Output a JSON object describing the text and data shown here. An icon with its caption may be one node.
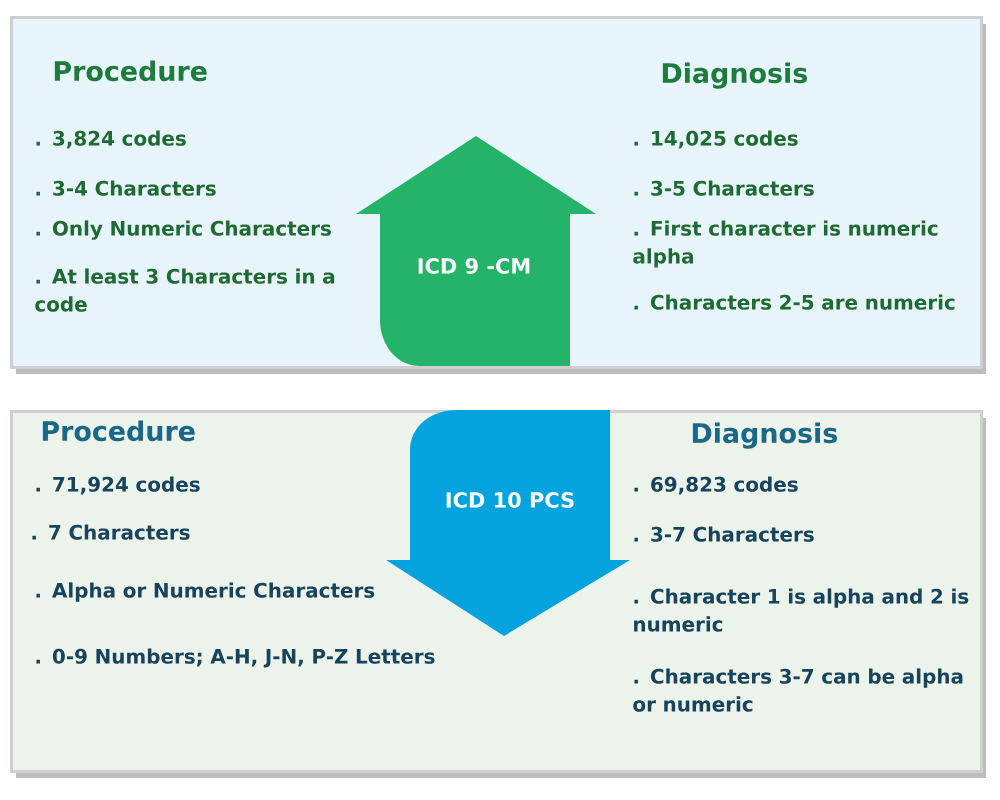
{
  "diagram": {
    "nodes": [
      {
        "text": [
          "Procedure",
          ". 3,824 codes",
          ". 3-4 Characters",
          ". Only  Numeric Characters",
          ". At least 3 Characters in a code",
          "Diagnosis",
          ". 14,025 codes",
          ". 3-5 Characters",
          ".  First character is numeric alpha",
          ". Characters 2-5 are numeric"
        ]
      },
      {
        "text": [
          "ICD 9 -CM"
        ],
        "in": 0
      },
      {
        "text": [
          "Procedure",
          ". 71,924 codes",
          ". 7 Characters",
          ". Alpha or Numeric Characters",
          ". 0-9 Numbers; A-H, J-N, P-Z Letters",
          "Diagnosis",
          ". 69,823 codes",
          ". 3-7 Characters",
          ". Character  1 is alpha and 2 is numeric",
          ". Characters 3-7 can be alpha or  numeric"
        ]
      },
      {
        "text": [
          "ICD 10 PCS"
        ],
        "in": 2
      }
    ],
    "edges": []
  }
}
